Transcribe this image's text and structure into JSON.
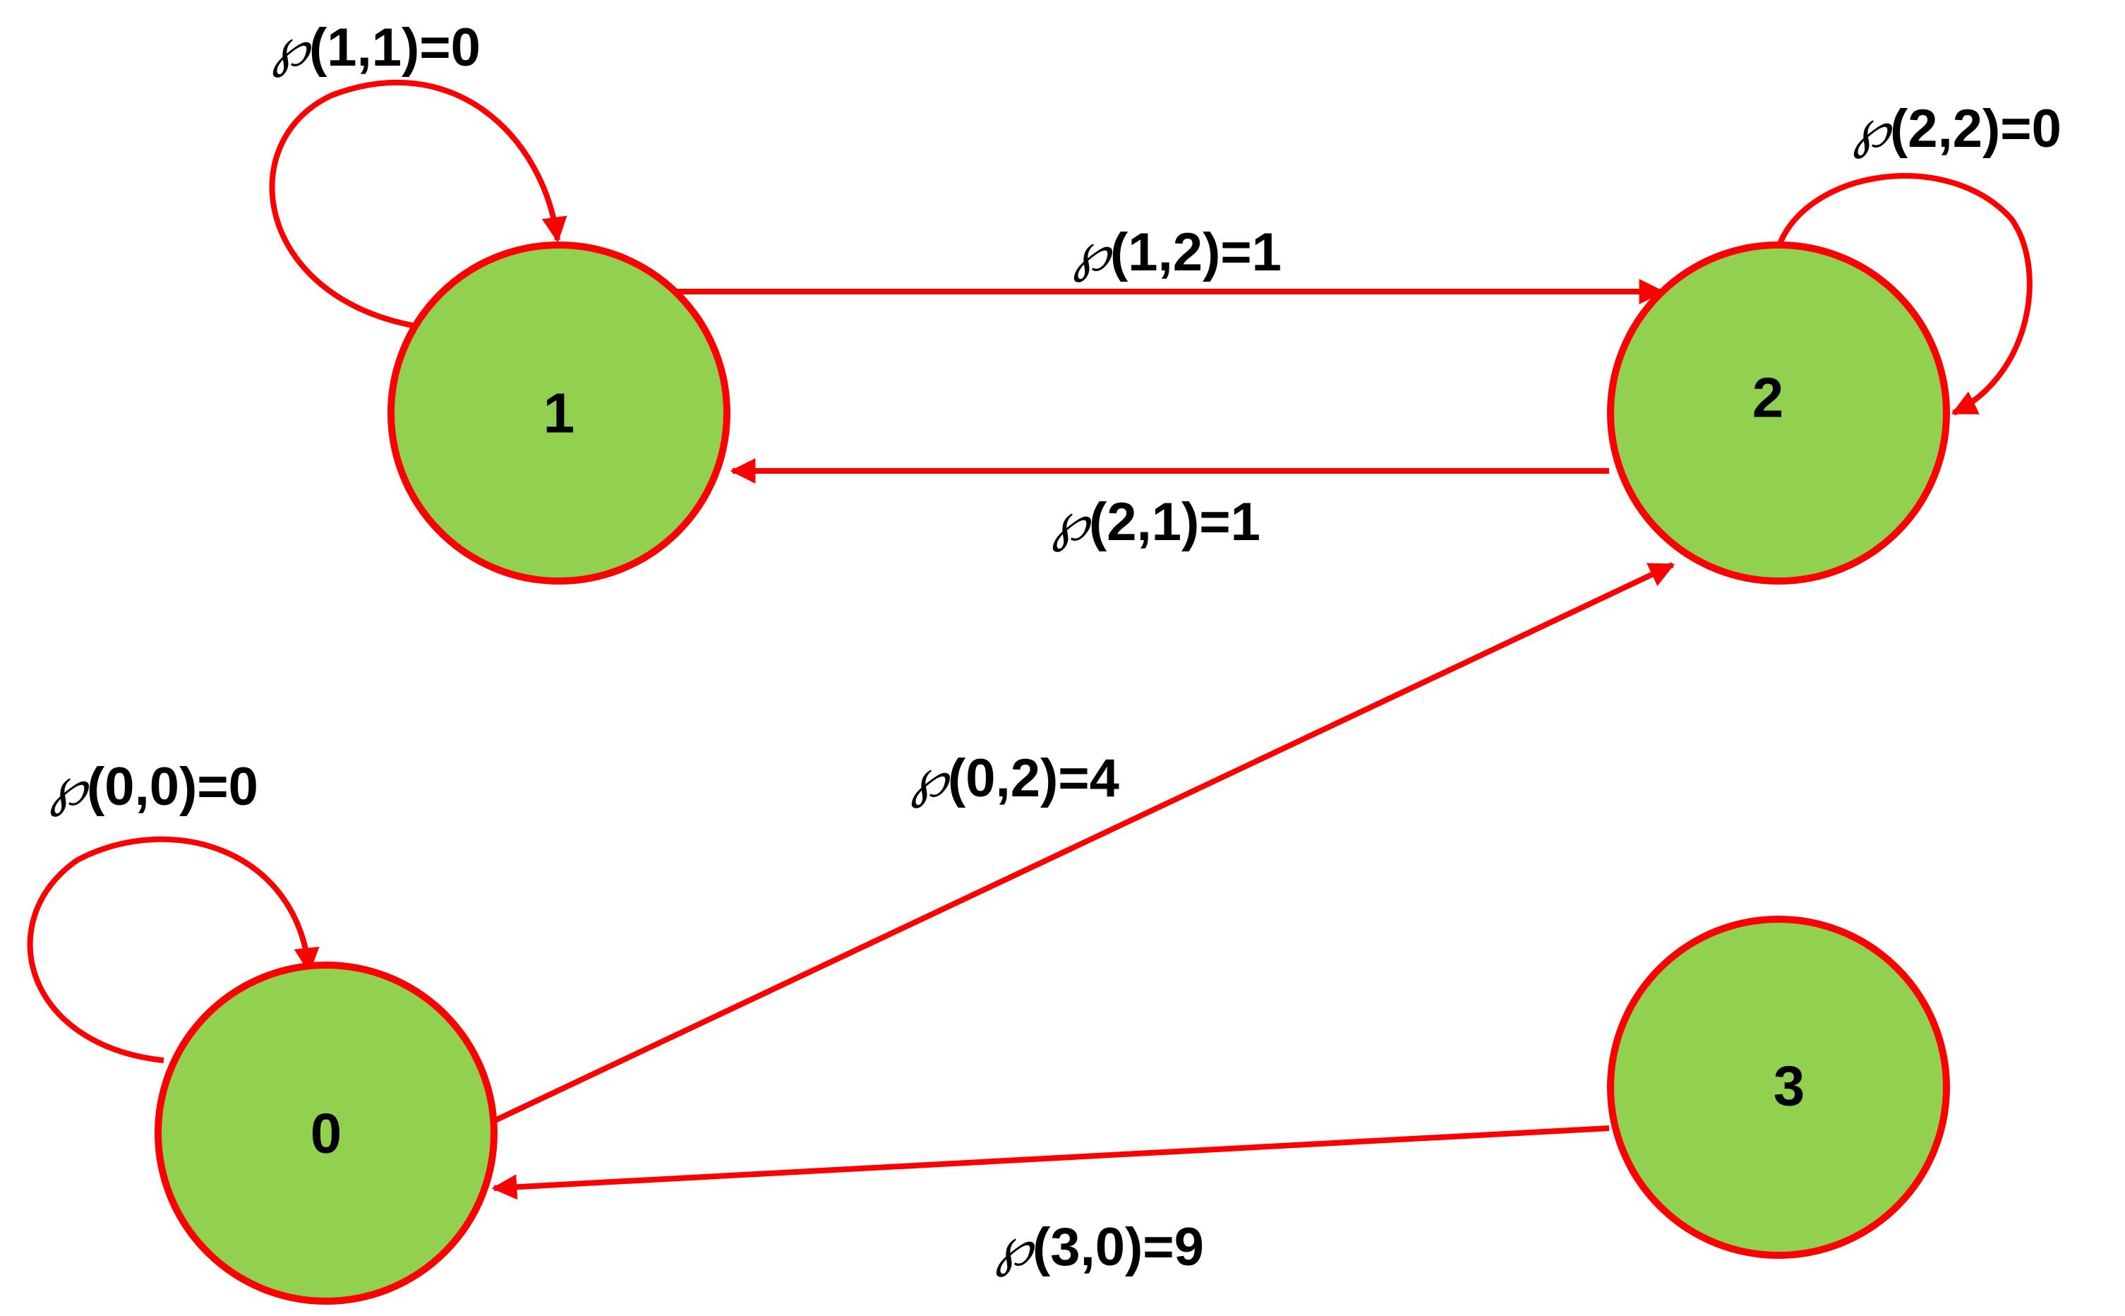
{
  "colors": {
    "node_fill": "#92D050",
    "node_stroke": "#FF0000",
    "edge": "#FF0000",
    "text": "#000000"
  },
  "nodes": {
    "n0": {
      "label": "0"
    },
    "n1": {
      "label": "1"
    },
    "n2": {
      "label": "2"
    },
    "n3": {
      "label": "3"
    }
  },
  "edges": {
    "e11": {
      "from": "1",
      "to": "1",
      "symbol": "℘",
      "label": "(1,1)=0"
    },
    "e12": {
      "from": "1",
      "to": "2",
      "symbol": "℘",
      "label": "(1,2)=1"
    },
    "e21": {
      "from": "2",
      "to": "1",
      "symbol": "℘",
      "label": "(2,1)=1"
    },
    "e22": {
      "from": "2",
      "to": "2",
      "symbol": "℘",
      "label": "(2,2)=0"
    },
    "e00": {
      "from": "0",
      "to": "0",
      "symbol": "℘",
      "label": "(0,0)=0"
    },
    "e02": {
      "from": "0",
      "to": "2",
      "symbol": "℘",
      "label": "(0,2)=4"
    },
    "e30": {
      "from": "3",
      "to": "0",
      "symbol": "℘",
      "label": "(3,0)=9"
    }
  }
}
